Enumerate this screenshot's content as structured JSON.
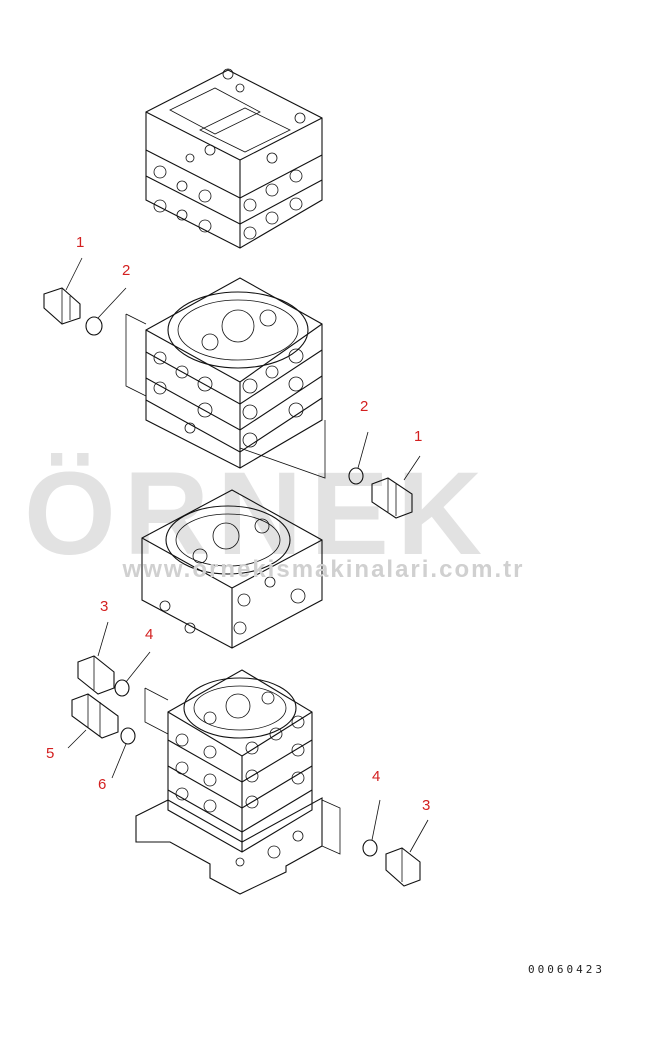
{
  "watermark": {
    "logo_text": "ÖRNEK",
    "url_text": "www.ornekismakinalari.com.tr"
  },
  "drawing_number": "00060423",
  "callouts": [
    {
      "id": "c1a",
      "label": "1"
    },
    {
      "id": "c2a",
      "label": "2"
    },
    {
      "id": "c2b",
      "label": "2"
    },
    {
      "id": "c1b",
      "label": "1"
    },
    {
      "id": "c3a",
      "label": "3"
    },
    {
      "id": "c4a",
      "label": "4"
    },
    {
      "id": "c5",
      "label": "5"
    },
    {
      "id": "c6",
      "label": "6"
    },
    {
      "id": "c4b",
      "label": "4"
    },
    {
      "id": "c3b",
      "label": "3"
    }
  ],
  "colors": {
    "callout": "#d32020",
    "line": "#111111",
    "watermark": "#e2e2e2"
  }
}
